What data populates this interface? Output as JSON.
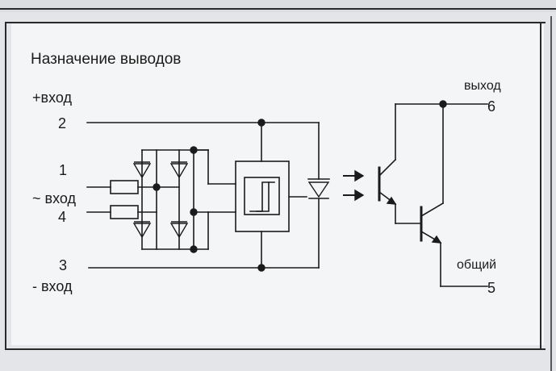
{
  "title": "Назначение  выводов",
  "pins": {
    "plus_input_label": "+вход",
    "pin2": "2",
    "pin1": "1",
    "ac_input_label": "~ вход",
    "pin4": "4",
    "pin3": "3",
    "minus_input_label": "- вход",
    "output_label": "выход",
    "pin6": "6",
    "common_label": "общий",
    "pin5": "5"
  },
  "colors": {
    "background": "#e9eaec",
    "paper": "#f4f5f7",
    "ink": "#1b1b1b"
  }
}
